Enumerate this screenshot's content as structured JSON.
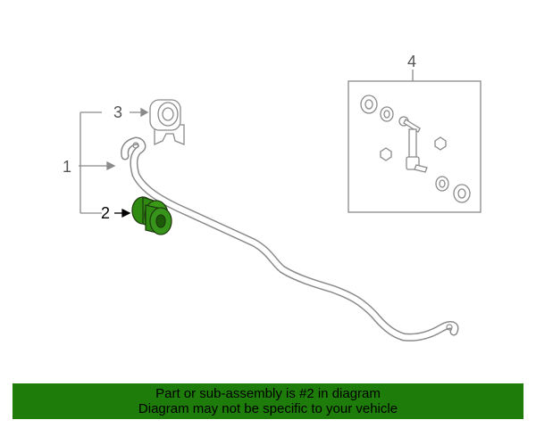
{
  "callouts": {
    "one": "1",
    "two": "2",
    "three": "3",
    "four": "4"
  },
  "banner": {
    "line1": "Part or sub-assembly is #2 in diagram",
    "line2": "Diagram may not be specific to your vehicle"
  },
  "colors": {
    "banner_bg": "#1e7d0a",
    "highlight_part": "#2f8a12",
    "line_art": "#8a8a8a"
  }
}
